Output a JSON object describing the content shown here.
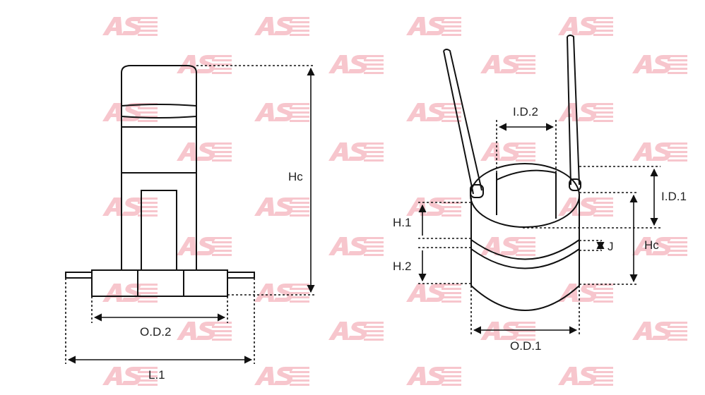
{
  "watermark": {
    "text": "AS",
    "color": "#f7c6cd"
  },
  "left_part": {
    "labels": {
      "height": "Hc",
      "outer_diameter": "O.D.2",
      "length": "L.1"
    }
  },
  "right_part": {
    "labels": {
      "inner_diameter_2": "I.D.2",
      "inner_diameter_1": "I.D.1",
      "height": "Hc",
      "h1": "H.1",
      "h2": "H.2",
      "gap": "J",
      "outer_diameter": "O.D.1"
    }
  }
}
